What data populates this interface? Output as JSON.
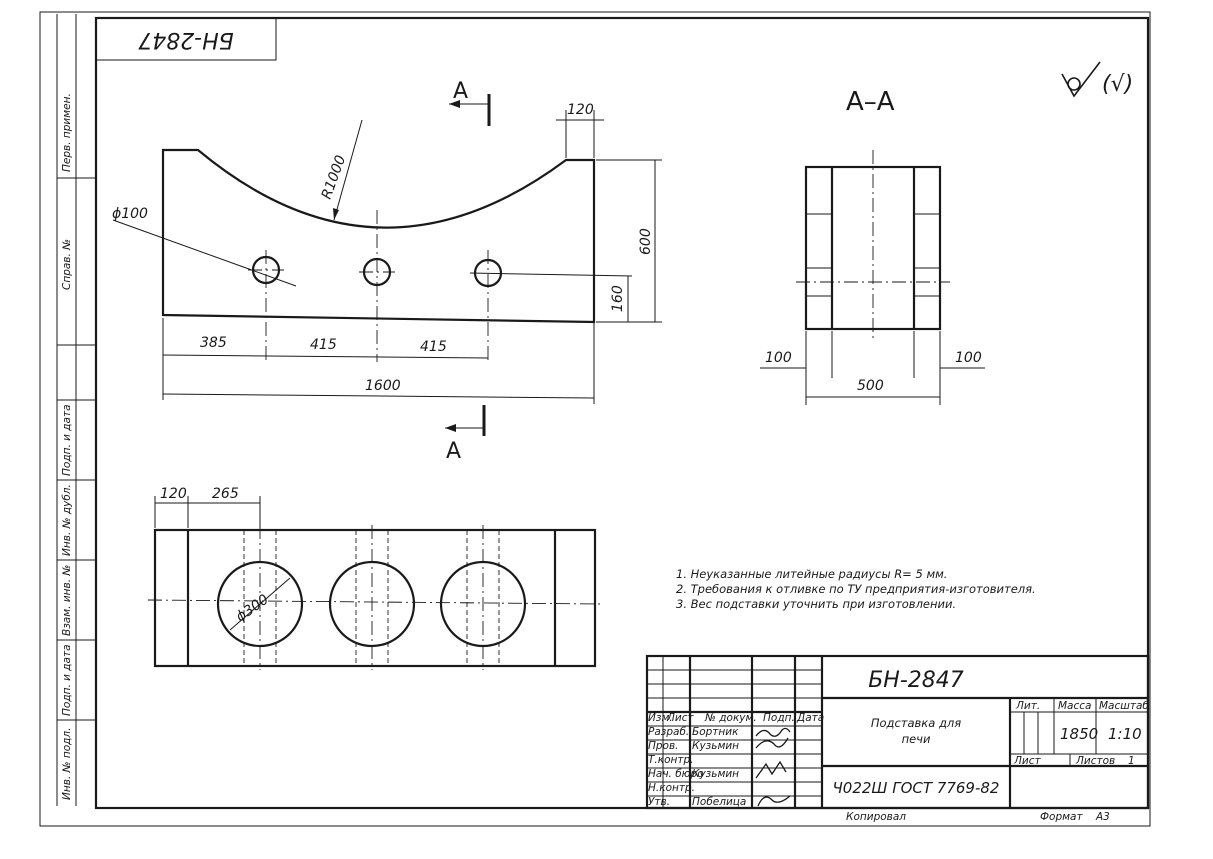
{
  "drawing": {
    "number": "БН-2847",
    "number_rotated": "БН-2847",
    "roughness_mark": "(√)",
    "section_view_title": "А–А",
    "section_mark": "А"
  },
  "side_strip": {
    "perv_primen": "Перв. примен.",
    "sprav_no": "Справ. №",
    "podp_data_top": "Подп. и дата",
    "inv_dubl": "Инв. № дубл.",
    "vzam_inv": "Взам. инв. №",
    "podp_data_bottom": "Подп. и дата",
    "inv_podl": "Инв. № подл."
  },
  "dimensions": {
    "front": {
      "d120": "120",
      "r1000": "R1000",
      "phi100": "ϕ100",
      "d600": "600",
      "d160": "160",
      "d385": "385",
      "d415a": "415",
      "d415b": "415",
      "d1600": "1600"
    },
    "section": {
      "d100_left": "100",
      "d100_right": "100",
      "d500": "500"
    },
    "plan": {
      "d120": "120",
      "d265": "265",
      "phi300": "ϕ300"
    }
  },
  "notes": [
    "1. Неуказанные литейные радиусы R= 5 мм.",
    "2. Требования к отливке по ТУ предприятия-изготовителя.",
    "3. Вес подставки уточнить при изготовлении."
  ],
  "title_block": {
    "designation": "БН-2847",
    "part_name_line1": "Подставка для",
    "part_name_line2": "печи",
    "material": "Ч022Ш ГОСТ 7769-82",
    "col_headers": {
      "izm": "Изм.",
      "list": "Лист",
      "doc_no": "№ докум.",
      "podp": "Подп.",
      "data": "Дата"
    },
    "roles": [
      {
        "role": "Разраб.",
        "name": "Бортник"
      },
      {
        "role": "Пров.",
        "name": "Кузьмин"
      },
      {
        "role": "Т.контр.",
        "name": ""
      },
      {
        "role": "Нач. бюро",
        "name": "Кузьмин"
      },
      {
        "role": "Н.контр.",
        "name": ""
      },
      {
        "role": "Утв.",
        "name": "Побелица"
      }
    ],
    "lit_label": "Лит.",
    "mass_label": "Масса",
    "scale_label": "Масштаб",
    "mass_value": "1850",
    "scale_value": "1:10",
    "sheet_label": "Лист",
    "sheets_label": "Листов",
    "sheets_value": "1"
  },
  "footer": {
    "copied": "Копировал",
    "format_label": "Формат",
    "format_value": "А3"
  }
}
